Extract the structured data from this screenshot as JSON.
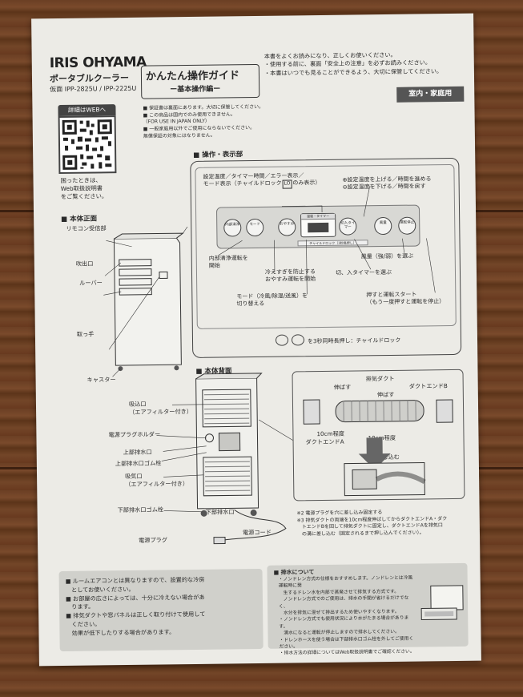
{
  "header": {
    "brand": "IRIS OHYAMA",
    "product": "ポータブルクーラー",
    "models": "仮面 IPP-2825U / IPP-2225U",
    "guide_title": "かんたん操作ガイド",
    "guide_subtitle": "ー基本操作編ー",
    "intro_lines": [
      "本書をよくお読みになり、正しくお使いください。",
      "・使用する前に、裏面「安全上の注意」を必ずお読みください。",
      "・本書はいつでも見ることができるよう、大切に保管してください。"
    ],
    "badge": "室内・家庭用"
  },
  "web": {
    "badge": "詳細はWEBへ",
    "lines": [
      "困ったときは、",
      "Web取扱説明書",
      "をご覧ください。"
    ]
  },
  "top_notes": [
    "■ 保証書は裏面にあります。大切に保管してください。",
    "■ この商品は国内でのみ使用できません。",
    "（FOR USE IN JAPAN ONLY）",
    "■ 一般家庭用以外でご使用にならないでください。",
    "無償保証の対象にはなりません。"
  ],
  "ops": {
    "title": "■ 操作・表示部",
    "display_label_1": "設定温度／タイマー時間／エラー表示／",
    "display_label_2": "モード表示（チャイルドロック",
    "display_label_2b": "のみ表示）",
    "lock_symbol": "LO",
    "temp_up": "⊕設定温度を上げる／時間を進める",
    "temp_down": "⊖設定温度を下げる／時間を戻す",
    "panel_display": "温度・タイマー",
    "panel_lock_strip": "チャイルドロック（3秒長押し）",
    "btn_clean": "内部清浄",
    "btn_mode": "モード",
    "btn_sleep": "おやすみ",
    "btn_timer": "切入タイマー",
    "btn_fan": "風量",
    "btn_power": "運転停止",
    "lbl_clean_1": "内部清浄運転を",
    "lbl_clean_2": "開始",
    "lbl_sleep_1": "冷えすぎを防止する",
    "lbl_sleep_2": "おやすみ運転を開始",
    "lbl_mode_1": "モード（冷風/除湿/送風）を",
    "lbl_mode_2": "切り替える",
    "lbl_fan": "風量（強/弱）を選ぶ",
    "lbl_timer": "切、入タイマーを選ぶ",
    "lbl_power_1": "押すと運転スタート",
    "lbl_power_2": "（もう一度押すと運転を停止）",
    "lock_note": "を3秒同時長押し：チャイルドロック"
  },
  "front": {
    "title": "■ 本体正面",
    "remote": "リモコン受信部",
    "outlet": "吹出口",
    "louver": "ルーバー",
    "handle": "取っ手",
    "caster": "キャスター"
  },
  "back": {
    "title": "■ 本体背面",
    "intake_1": "吸込口",
    "intake_1b": "（エアフィルター付き）",
    "plug_holder": "電源プラグホルダー",
    "upper_drain": "上部排水口",
    "upper_cap": "上部排水口ゴム栓",
    "intake_2": "吸気口",
    "intake_2b": "（エアフィルター付き）",
    "lower_cap": "下部排水口ゴム栓",
    "lower_drain": "下部排水口",
    "cord": "電源コード",
    "plug": "電源プラグ"
  },
  "duct": {
    "exhaust": "排気ダクト",
    "stretch_1": "伸ばす",
    "stretch_2": "伸ばす",
    "end_b": "ダクトエンドB",
    "end_a": "ダクトエンドA",
    "len_1": "10cm程度",
    "len_2": "10cm程度",
    "push_side": "横に押し込む",
    "notes": [
      "※2 電源プラグを穴に差し込み固定する",
      "※3 排気ダクトの両端を10cm程度伸ばしてからダクトエンドA・ダク",
      "　トエンドBを回して排気ダクトに固定し、ダクトエンドAを排気口",
      "　の溝に差し込む（固定されるまで押し込んでください）。"
    ]
  },
  "bottom_left": [
    "■ ルームエアコンとは異なりますので、設置的な冷房",
    "　としてお使いください。",
    "■ お部屋の広さによっては、十分に冷えない場合があ",
    "　ります。",
    "■ 排気ダクトや窓パネルは正しく取り付けて使用して",
    "　ください。",
    "　効果が低下したりする場合があります。"
  ],
  "bottom_right": {
    "title": "■ 排水について",
    "lines": [
      "・ノンドレン方式の仕様をおすすめします。ノンドレンとは冷風運転時に発",
      "　生するドレン水を内部で蒸発させて排気する方式です。",
      "　ノンドレン方式でのご使用は、排水の手間が省けるだけでなく、",
      "　水分を排気に混ぜて排出するため使いやすくなります。",
      "・ノンドレン方式でも使用状況により水がたまる場合があります。",
      "　満水になると運転が停止しますので排水してください。",
      "・ドレンホースを使う場合は下部排水口ゴム栓を外してご使用ください。",
      "・排水方法の詳細についてはWeb取扱説明書でご確認ください。"
    ]
  }
}
